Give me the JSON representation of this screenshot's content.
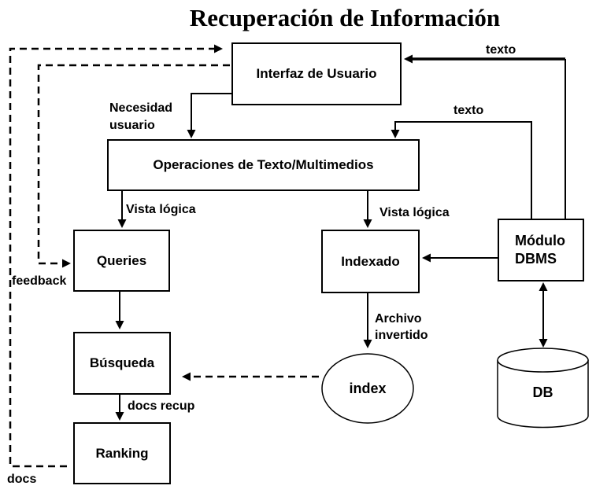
{
  "title": "Recuperación de Información",
  "nodes": {
    "interfaz": "Interfaz de Usuario",
    "operaciones": "Operaciones de Texto/Multimedios",
    "queries": "Queries",
    "indexado": "Indexado",
    "modulo_line1": "Módulo",
    "modulo_line2": "DBMS",
    "busqueda": "Búsqueda",
    "ranking": "Ranking",
    "index": "index",
    "db": "DB"
  },
  "labels": {
    "texto_top": "texto",
    "texto_mid": "texto",
    "necesidad_line1": "Necesidad",
    "necesidad_line2": "usuario",
    "vista_logica_left": "Vista lógica",
    "vista_logica_right": "Vista lógica",
    "feedback": "feedback",
    "archivo_line1": "Archivo",
    "archivo_line2": "invertido",
    "docs_recup": "docs recup",
    "docs": "docs"
  },
  "colors": {
    "ink": "#000000",
    "background": "#ffffff"
  }
}
